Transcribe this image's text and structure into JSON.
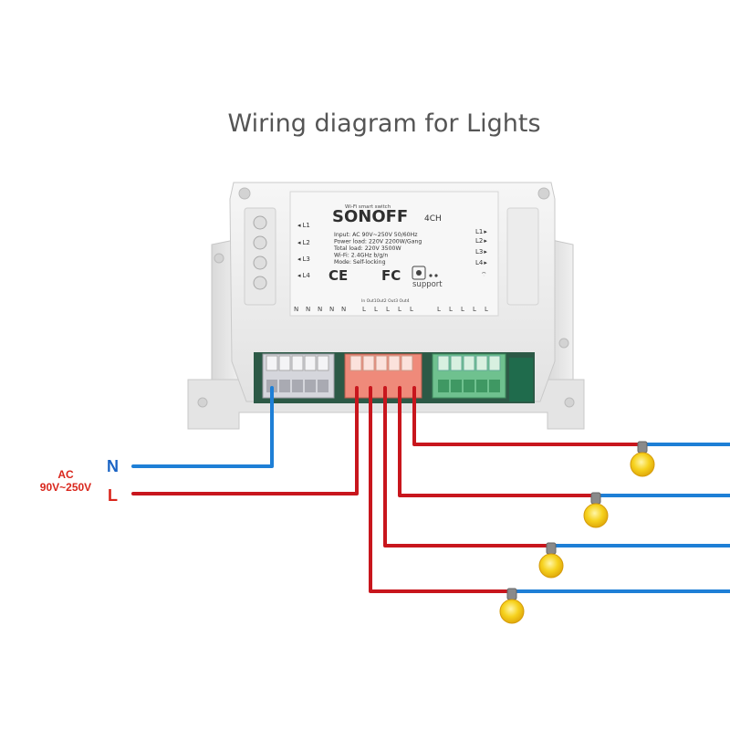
{
  "title": "Wiring diagram for Lights",
  "device": {
    "tagline": "Wi-Fi smart switch",
    "brand": "SONOFF",
    "model": "4CH",
    "specs": [
      "Input: AC 90V~250V 50/60Hz",
      "Power load: 220V 2200W/Gang",
      "Total load: 220V 3500W",
      "Wi-Fi: 2.4GHz b/g/n",
      "Mode: Self-locking"
    ],
    "left_channels": [
      "L1",
      "L2",
      "L3",
      "L4"
    ],
    "right_channels": [
      "L1",
      "L2",
      "L3",
      "L4"
    ],
    "ce_mark": "CE",
    "fcc_mark": "FC",
    "support_text": "support",
    "neutral_terminals": [
      "N",
      "N",
      "N",
      "N",
      "N"
    ],
    "live_terminal_caption": "In  Out1Out2 Out3 Out4",
    "live_terminals": [
      "L",
      "L",
      "L",
      "L",
      "L"
    ],
    "load_terminals": [
      "L",
      "L",
      "L",
      "L",
      "L"
    ]
  },
  "supply": {
    "ac_label": "AC",
    "voltage_label": "90V~250V",
    "neutral_label": "N",
    "live_label": "L"
  },
  "lamps": [
    "lamp-1",
    "lamp-2",
    "lamp-3",
    "lamp-4"
  ],
  "colors": {
    "live_wire": "#c8161d",
    "neutral_wire": "#1e7fd6",
    "title": "#555555",
    "ac_text": "#d9261c",
    "neutral_letter": "#1a63c4",
    "live_letter": "#d9261c",
    "bulb": "#f3c915",
    "body": "#efefef",
    "label_panel": "#f7f7f7",
    "neutral_block": "#d5d6dc",
    "live_block": "#ef8a7a",
    "load_block": "#6fc18f",
    "pcb": "#1f6b4c"
  }
}
